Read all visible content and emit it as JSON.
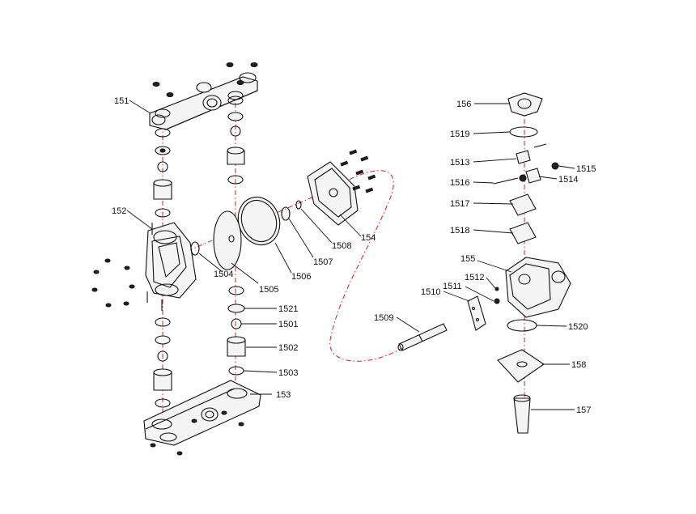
{
  "labels": {
    "p151": "151",
    "p152": "152",
    "p153": "153",
    "p154": "154",
    "p155": "155",
    "p156": "156",
    "p157": "157",
    "p158": "158",
    "p1501": "1501",
    "p1502": "1502",
    "p1503": "1503",
    "p1504": "1504",
    "p1505": "1505",
    "p1506": "1506",
    "p1507": "1507",
    "p1508": "1508",
    "p1509": "1509",
    "p1510": "1510",
    "p1511": "1511",
    "p1512": "1512",
    "p1513": "1513",
    "p1514": "1514",
    "p1515": "1515",
    "p1516": "1516",
    "p1517": "1517",
    "p1518": "1518",
    "p1519": "1519",
    "p1520": "1520",
    "p1521": "1521"
  },
  "colors": {
    "line": "#111111",
    "axis": "#d62020",
    "background": "#ffffff"
  }
}
